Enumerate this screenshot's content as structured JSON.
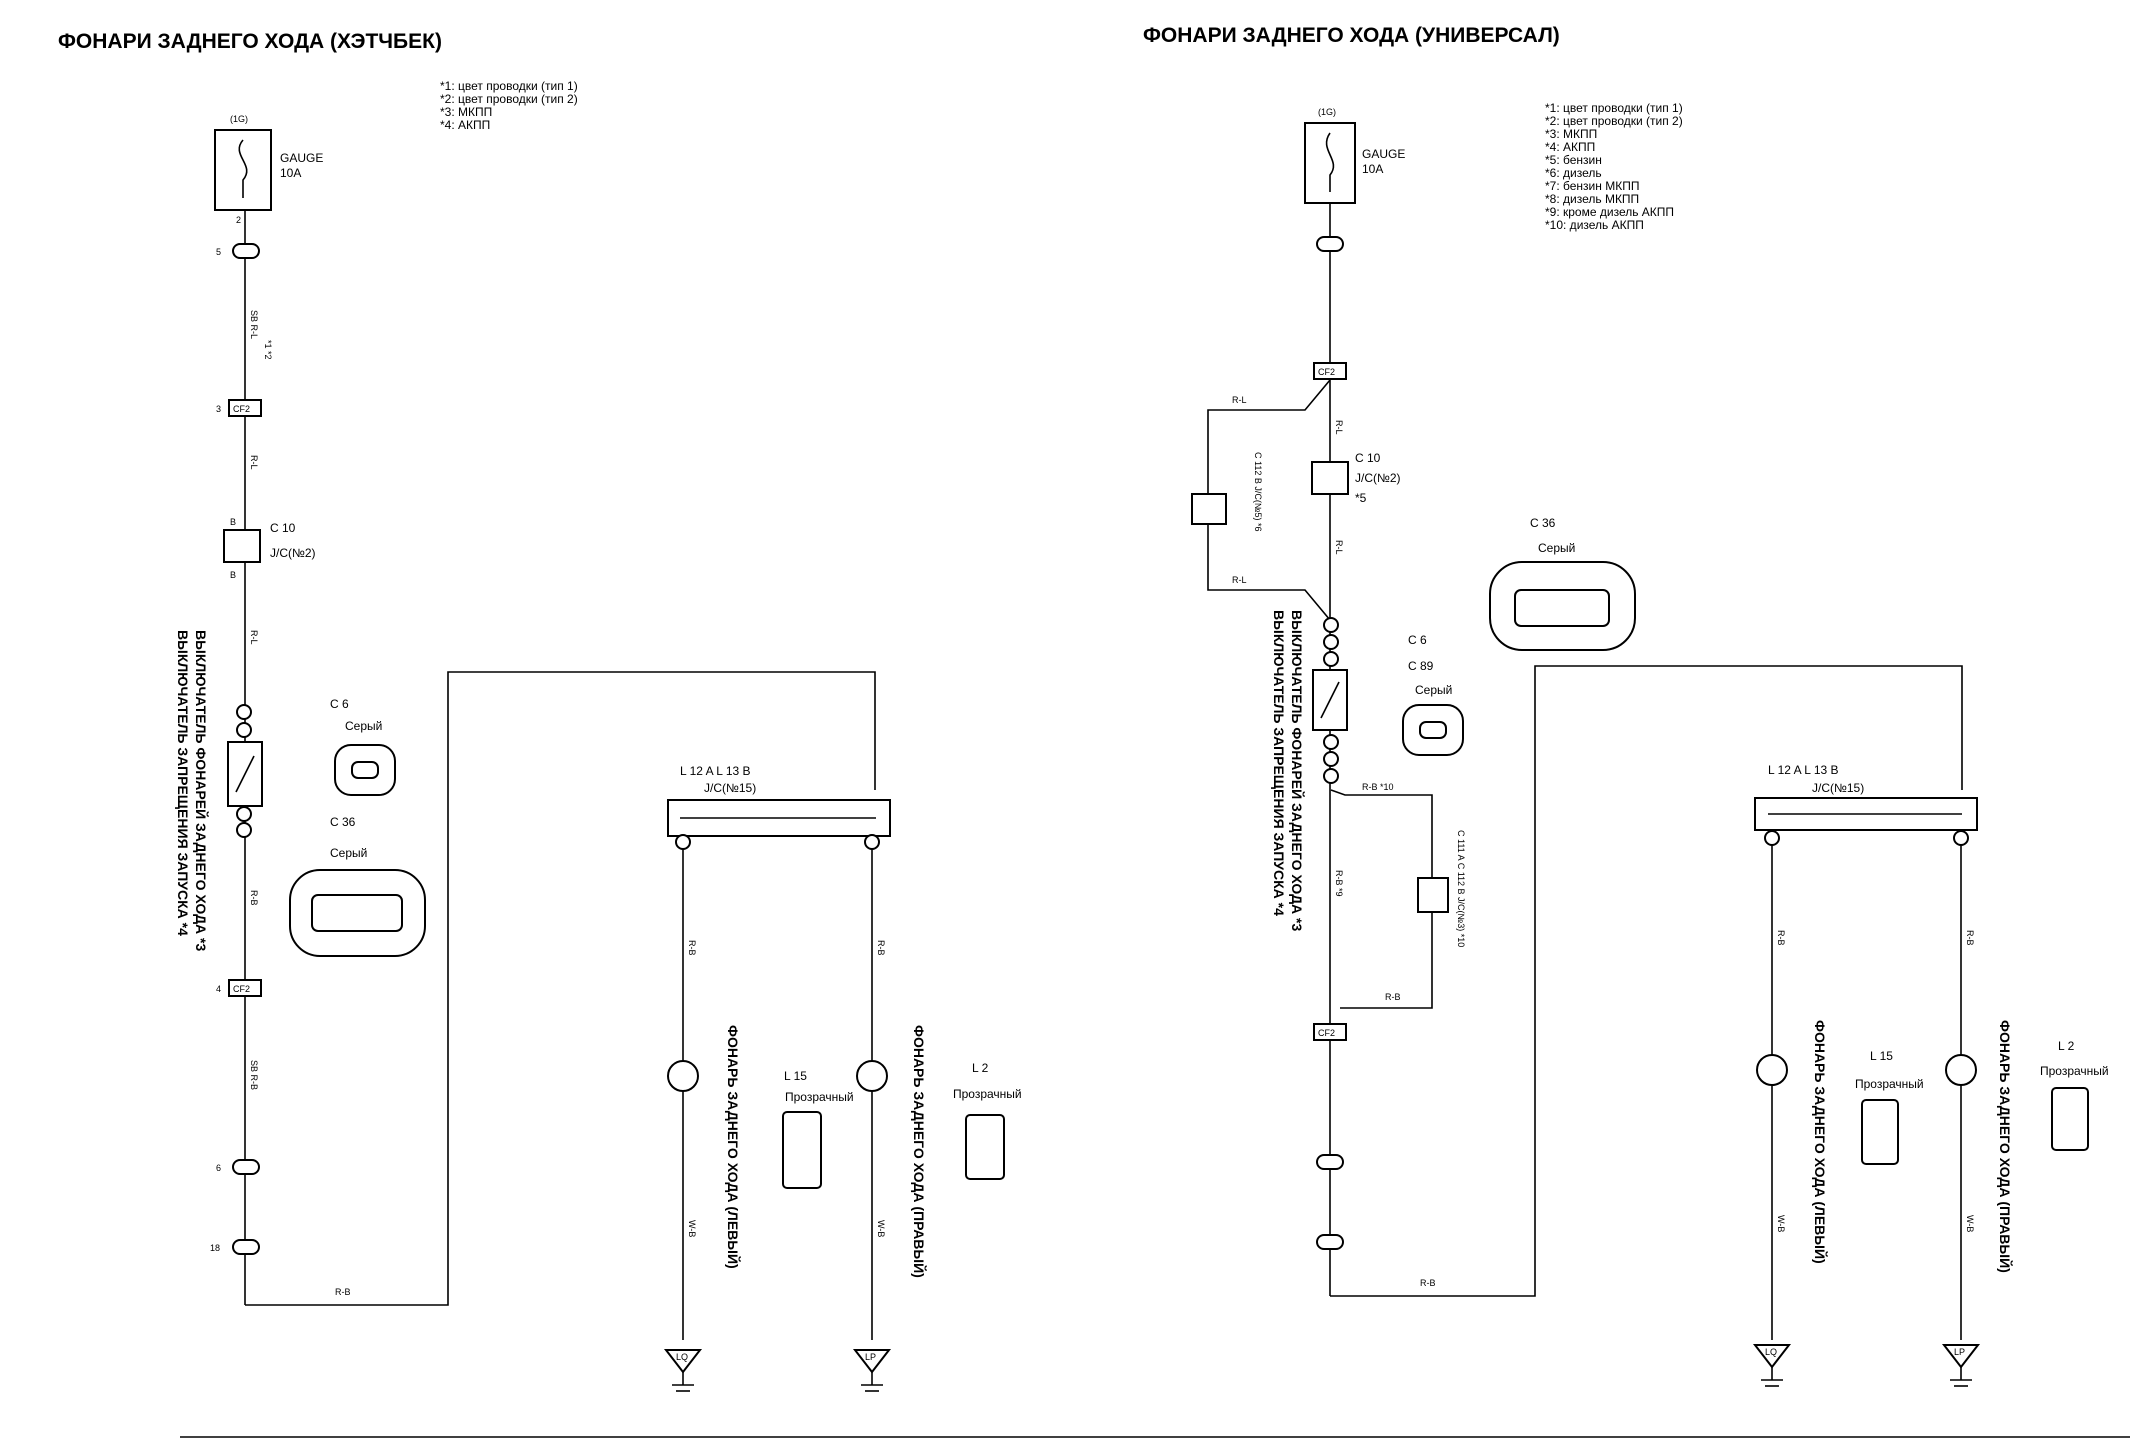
{
  "left": {
    "title": "ФОНАРИ ЗАДНЕГО ХОДА (ХЭТЧБЕК)",
    "notes": [
      "*1: цвет проводки (тип 1)",
      "*2: цвет проводки (тип 2)",
      "*3: МКПП",
      "*4: АКПП"
    ],
    "fuse_conn": "(1G)",
    "fuse_name": "GAUGE",
    "fuse_rating": "10A",
    "pin_2": "2",
    "pin_5": "5",
    "pin_3": "3",
    "pin_4": "4",
    "pin_6": "6",
    "pin_18": "18",
    "cf2": "CF2",
    "jc_code": "C 10",
    "jc_name": "J/C(№2)",
    "b_top": "B",
    "b_bot": "B",
    "wire_sb_rl": "SB R-L",
    "wire_mark_12": "*1 *2",
    "wire_rl": "R-L",
    "wire_rb": "R-B",
    "wire_sb_rb": "SB R-B",
    "switch_title": "ВЫКЛЮЧАТЕЛЬ ФОНАРЕЙ ЗАДНЕГО ХОДА *3",
    "switch_title2": "ВЫКЛЮЧАТЕЛЬ ЗАПРЕЩЕНИЯ ЗАПУСКА *4",
    "c6": "C 6",
    "c36": "C 36",
    "grey": "Серый",
    "grey2": "Серый",
    "jc15_head": "L 12 A  L 13 B",
    "jc15_name": "J/C(№15)",
    "lamp_left": "ФОНАРЬ ЗАДНЕГО ХОДА (ЛЕВЫЙ)",
    "lamp_right": "ФОНАРЬ ЗАДНЕГО ХОДА (ПРАВЫЙ)",
    "l15": "L 15",
    "l2": "L 2",
    "clear": "Прозрачный",
    "clear2": "Прозрачный",
    "wire_wb": "W-B",
    "ground_lq": "LQ",
    "ground_lp": "LP"
  },
  "right": {
    "title": "ФОНАРИ ЗАДНЕГО ХОДА (УНИВЕРСАЛ)",
    "notes": [
      "*1: цвет проводки (тип 1)",
      "*2: цвет проводки (тип 2)",
      "*3: МКПП",
      "*4: АКПП",
      "*5: бензин",
      "*6: дизель",
      "*7: бензин  МКПП",
      "*8: дизель МКПП",
      "*9: кроме дизель АКПП",
      "*10: дизель АКПП"
    ],
    "fuse_conn": "(1G)",
    "fuse_name": "GAUGE",
    "fuse_rating": "10A",
    "cf2": "CF2",
    "jc2_code": "C 10",
    "jc2_name": "J/C(№2)",
    "jc2_note": "*5",
    "jc5": "C 112 B  J/C(№5) *6",
    "jc3": "C 111 A  C 112 B  J/C(№3) *10",
    "c36": "C 36",
    "c6": "C 6",
    "c89": "C 89",
    "grey": "Серый",
    "grey2": "Серый",
    "switch_title": "ВЫКЛЮЧАТЕЛЬ ФОНАРЕЙ ЗАДНЕГО ХОДА *3",
    "switch_title2": "ВЫКЛЮЧАТЕЛЬ ЗАПРЕЩЕНИЯ ЗАПУСКА *4",
    "wire_rl": "R-L",
    "wire_rb": "R-B",
    "wire_rb10": "R-B *10",
    "wire_rb9": "R-B *9",
    "jc15_head": "L 12 A  L 13 B",
    "jc15_name": "J/C(№15)",
    "lamp_left": "ФОНАРЬ ЗАДНЕГО ХОДА (ЛЕВЫЙ)",
    "lamp_right": "ФОНАРЬ ЗАДНЕГО ХОДА (ПРАВЫЙ)",
    "l15": "L 15",
    "l2": "L 2",
    "clear": "Прозрачный",
    "clear2": "Прозрачный",
    "wire_wb": "W-B",
    "ground_lq": "LQ",
    "ground_lp": "LP"
  }
}
